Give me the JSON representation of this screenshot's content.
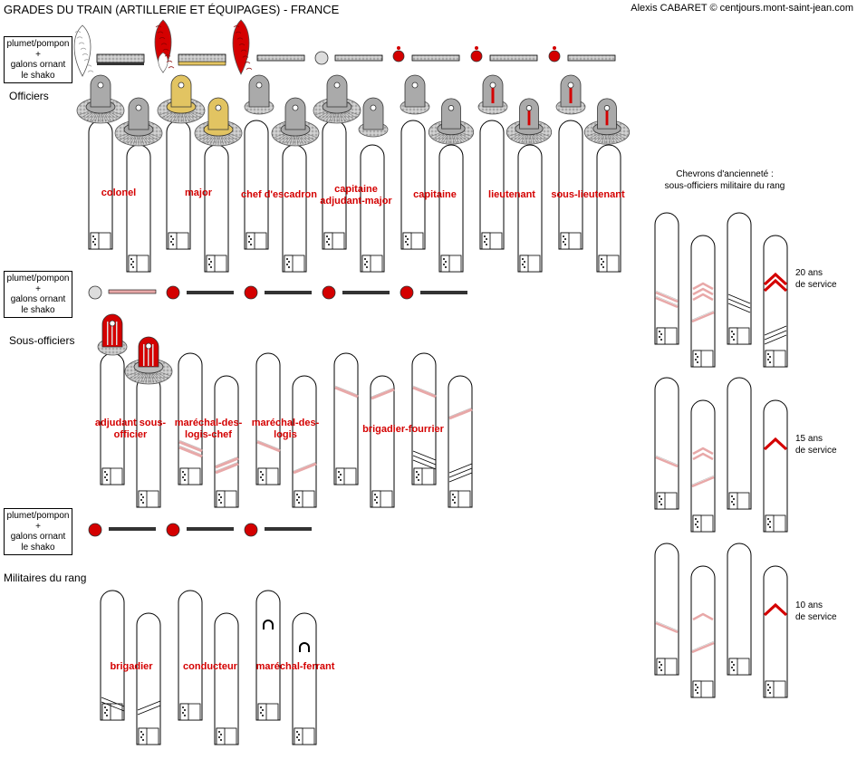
{
  "title": "GRADES DU TRAIN (ARTILLERIE ET ÉQUIPAGES) - FRANCE",
  "credit": "Alexis CABARET © centjours.mont-saint-jean.com",
  "legend": [
    "plumet/pompon",
    "+",
    "galons ornant",
    "le shako"
  ],
  "sections": {
    "officiers": "Officiers",
    "sous_officiers": "Sous-officiers",
    "militaires": "Militaires du rang"
  },
  "officer_ranks": [
    "colonel",
    "major",
    "chef d'escadron",
    "capitaine adjudant-major",
    "capitaine",
    "lieutenant",
    "sous-lieutenant"
  ],
  "nco_ranks": [
    "adjudant sous-officier",
    "maréchal-des-logis-chef",
    "maréchal-des-logis",
    "brigadier-fourrier"
  ],
  "troop_ranks": [
    "brigadier",
    "conducteur",
    "maréchal-ferrant"
  ],
  "chevrons": {
    "heading_line1": "Chevrons d'ancienneté :",
    "heading_line2": "sous-officiers   militaire du rang",
    "rows": [
      {
        "years": "20 ans",
        "suffix": "de service"
      },
      {
        "years": "15 ans",
        "suffix": "de service"
      },
      {
        "years": "10 ans",
        "suffix": "de service"
      }
    ]
  },
  "colors": {
    "red": "#d40000",
    "silver": "#b4b4b4",
    "gold": "#e2c462",
    "salmon": "#e8a8a8",
    "shako_black": "#333333"
  }
}
